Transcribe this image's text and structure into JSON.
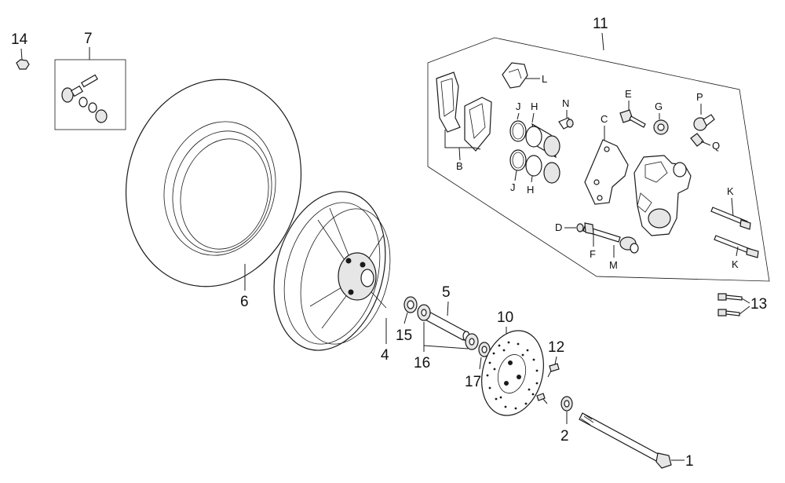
{
  "diagram": {
    "callouts": {
      "c1": "1",
      "c2": "2",
      "c4": "4",
      "c5": "5",
      "c6": "6",
      "c7": "7",
      "c10": "10",
      "c11": "11",
      "c12": "12",
      "c13": "13",
      "c14": "14",
      "c15": "15",
      "c16": "16",
      "c17": "17"
    },
    "caliper_labels": {
      "B": "B",
      "C": "C",
      "D": "D",
      "E": "E",
      "F": "F",
      "G": "G",
      "H1": "H",
      "H2": "H",
      "J1": "J",
      "J2": "J",
      "K1": "K",
      "K2": "K",
      "L": "L",
      "M": "M",
      "N": "N",
      "P": "P",
      "Q": "Q"
    }
  }
}
